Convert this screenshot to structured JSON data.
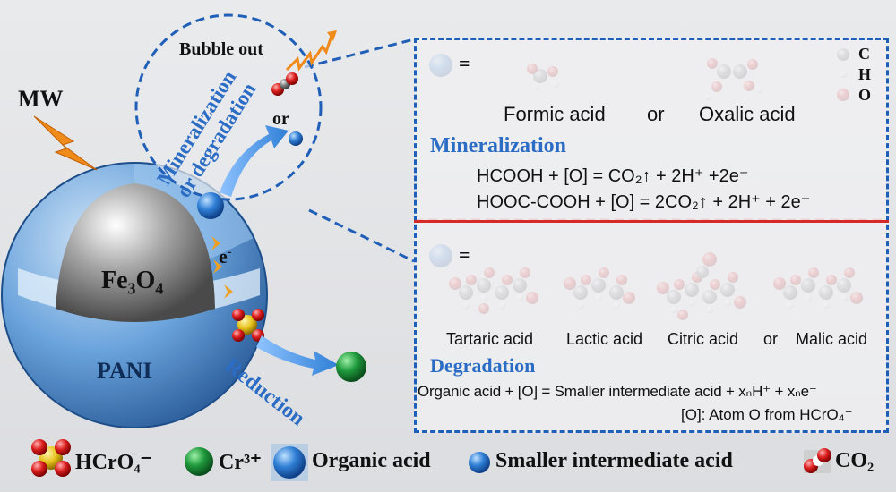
{
  "left": {
    "mw_label": "MW",
    "core_label": "Fe3O4",
    "shell_label": "PANI",
    "electron_label": "e-",
    "bubble_label": "Bubble out",
    "mineral_label_line1": "Mineralization",
    "mineral_label_line2": "or degradation",
    "or_label": "or",
    "reduction_label": "Reduction"
  },
  "top_box": {
    "equals": "=",
    "legend_c": "C",
    "legend_h": "H",
    "legend_o": "O",
    "acid1": "Formic acid",
    "or": "or",
    "acid2": "Oxalic acid",
    "heading": "Mineralization",
    "eq1": "HCOOH + [O] = CO₂↑ + 2H⁺ +2e⁻",
    "eq2": "HOOC-COOH + [O] = 2CO₂↑ + 2H⁺ + 2e⁻"
  },
  "bottom_box": {
    "equals": "=",
    "acid1": "Tartaric acid",
    "acid2": "Lactic acid",
    "acid3": "Citric acid",
    "or": "or",
    "acid4": "Malic acid",
    "heading": "Degradation",
    "eq": "Organic acid + [O] = Smaller intermediate acid + xₙH⁺ + xₙe⁻",
    "note": "[O]: Atom O from HCrO₄⁻"
  },
  "legend": {
    "hcro4": "HCrO₄⁻",
    "cr3": "Cr³⁺",
    "organic": "Organic acid",
    "smaller": "Smaller intermediate acid",
    "co2": "CO₂"
  },
  "colors": {
    "accent_blue": "#1f5fb8",
    "heading_blue": "#2b6cc4",
    "divider_red": "#d42a2a",
    "sphere_blue": "#5b9bd9",
    "core_gray": "#8c8c8c",
    "chromate_yellow": "#e8c320",
    "oxygen_red": "#d62020",
    "carbon_gray": "#6e6e6e",
    "cr3_green": "#1f8a3a"
  }
}
